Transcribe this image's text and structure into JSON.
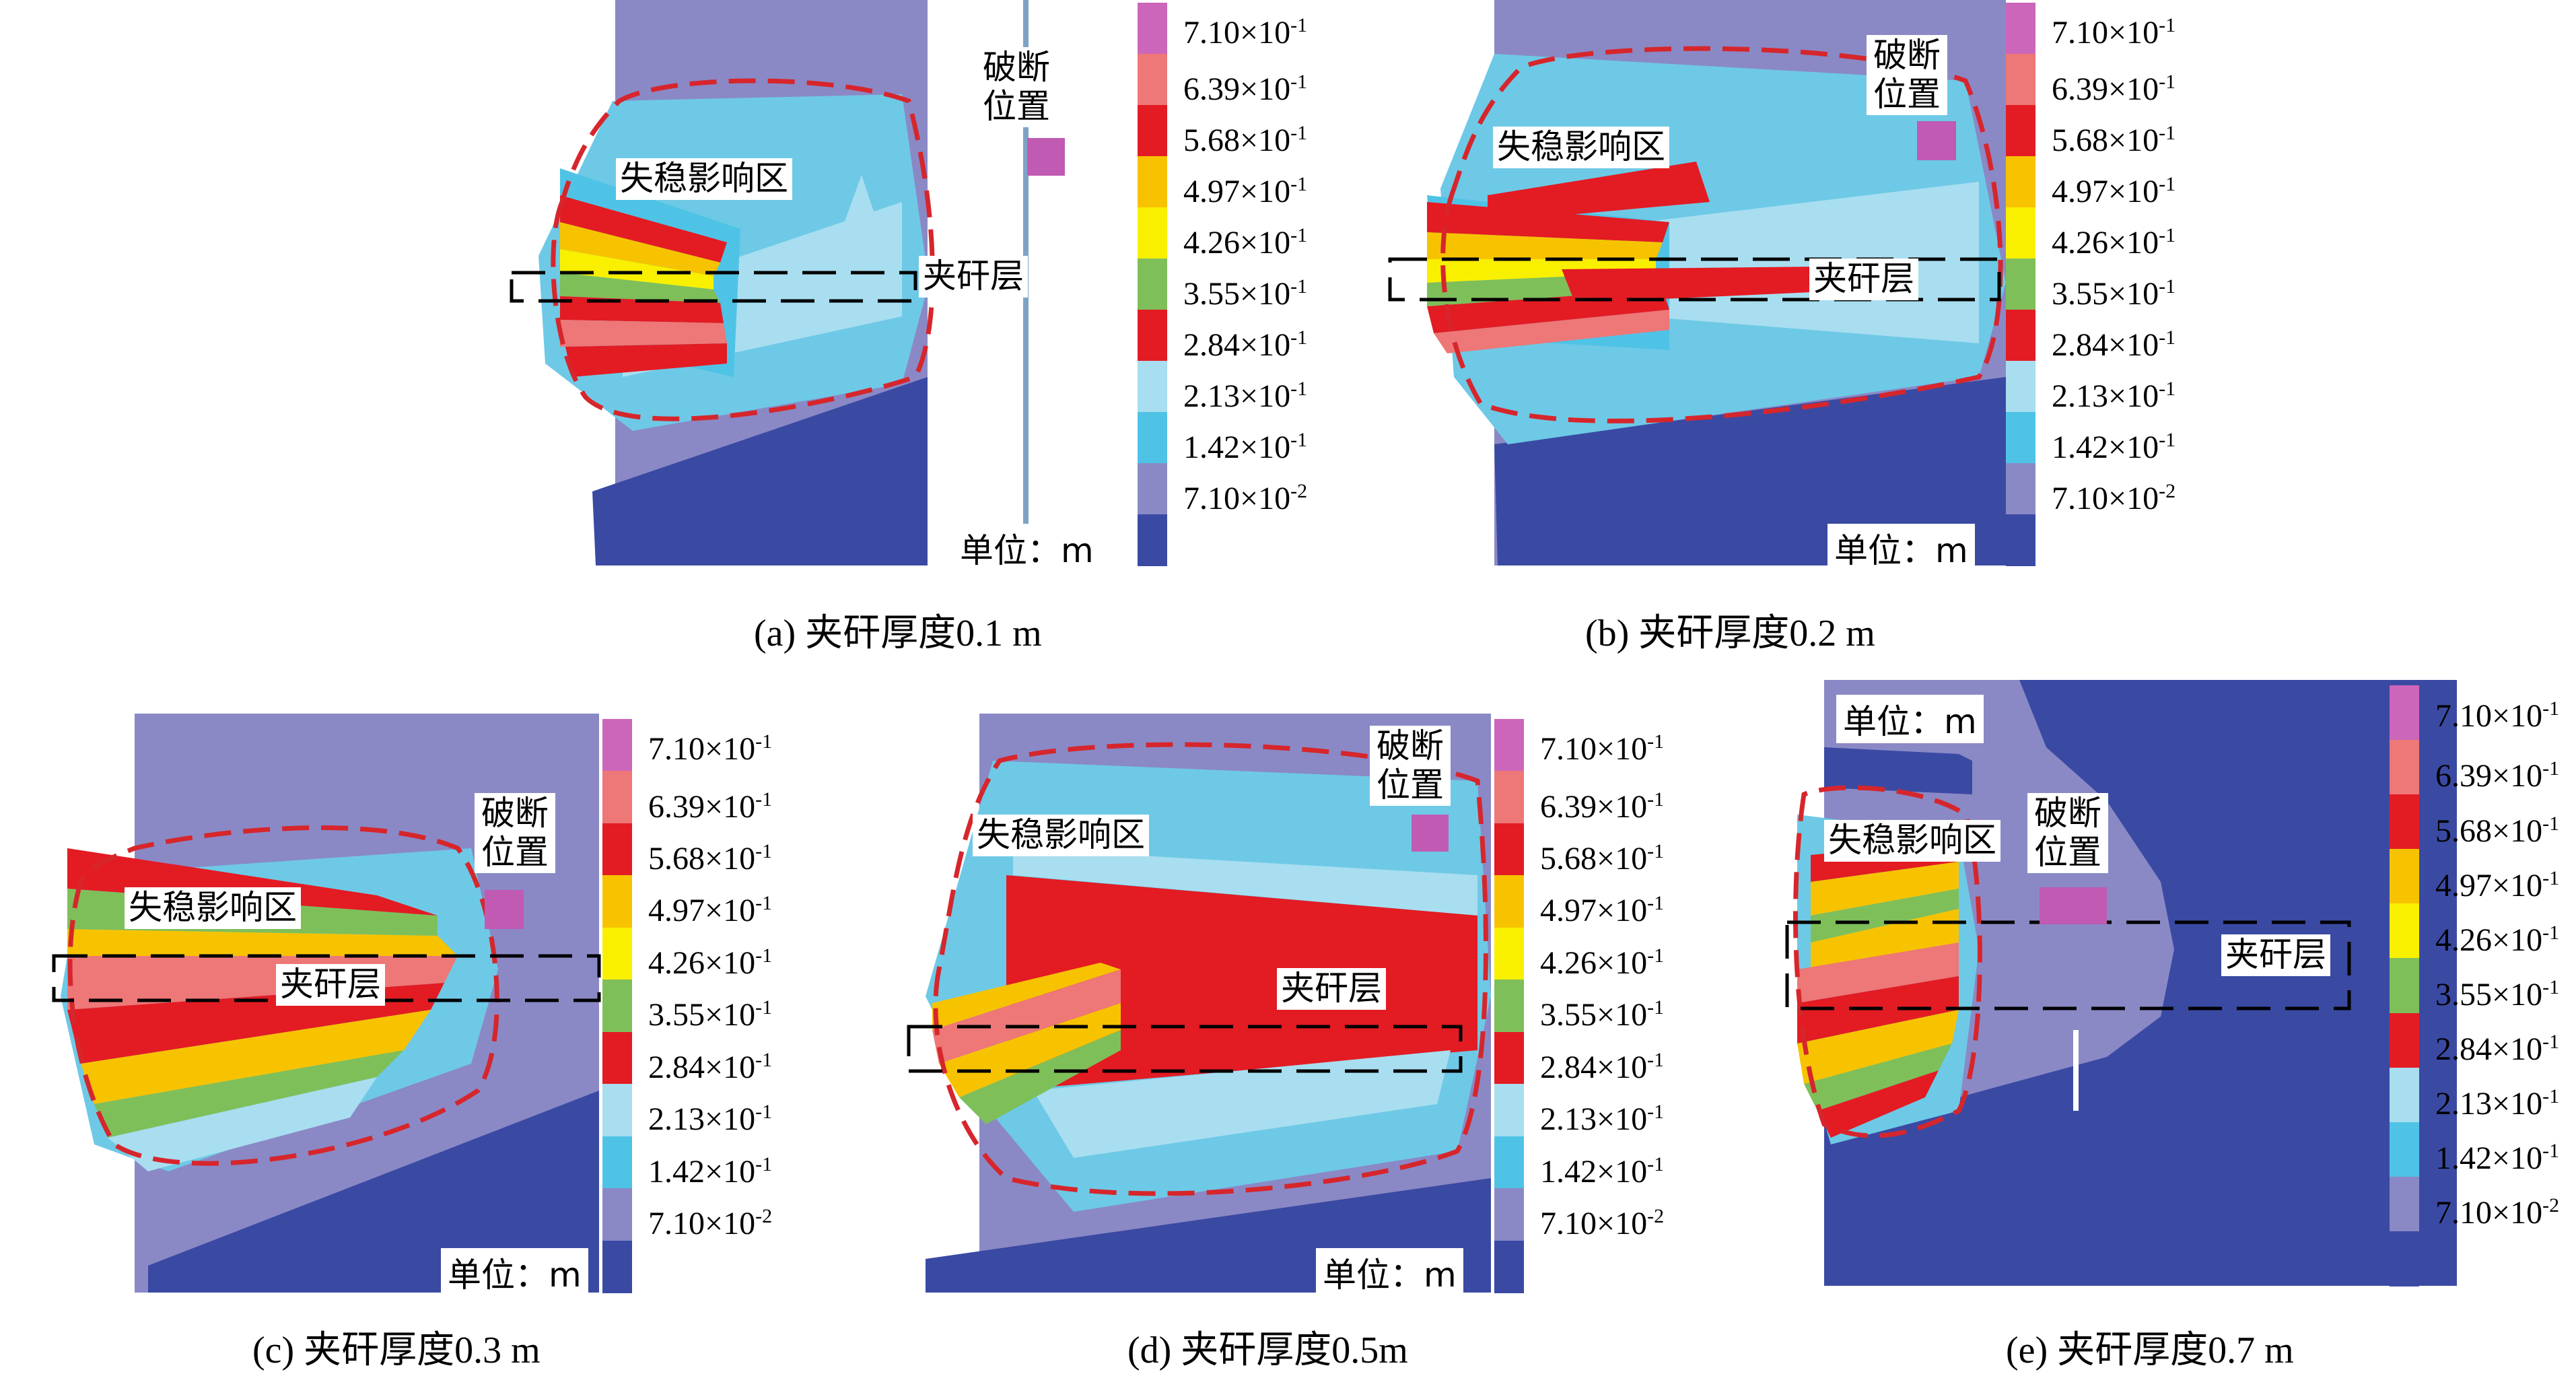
{
  "legend": {
    "colors": [
      "#cc66bb",
      "#ee7777",
      "#e31b23",
      "#f7c300",
      "#f9f000",
      "#7fbf5a",
      "#e31b23",
      "#a8def0",
      "#4fc3e6",
      "#8a89c6",
      "#3a4aa3"
    ],
    "ticks": [
      {
        "m": "7.10",
        "e": "-1"
      },
      {
        "m": "6.39",
        "e": "-1"
      },
      {
        "m": "5.68",
        "e": "-1"
      },
      {
        "m": "4.97",
        "e": "-1"
      },
      {
        "m": "4.26",
        "e": "-1"
      },
      {
        "m": "3.55",
        "e": "-1"
      },
      {
        "m": "2.84",
        "e": "-1"
      },
      {
        "m": "2.13",
        "e": "-1"
      },
      {
        "m": "1.42",
        "e": "-1"
      },
      {
        "m": "7.10",
        "e": "-2"
      }
    ],
    "times": "×10"
  },
  "labels": {
    "unit": "单位：m",
    "instability_zone": "失稳影响区",
    "interlayer": "夹矸层",
    "fracture_position": "破断位置"
  },
  "panels": [
    {
      "id": "a",
      "caption": "(a) 夹矸厚度0.1 m"
    },
    {
      "id": "b",
      "caption": "(b) 夹矸厚度0.2 m"
    },
    {
      "id": "c",
      "caption": "(c) 夹矸厚度0.3 m"
    },
    {
      "id": "d",
      "caption": "(d) 夹矸厚度0.5m"
    },
    {
      "id": "e",
      "caption": "(e) 夹矸厚度0.7 m"
    }
  ]
}
